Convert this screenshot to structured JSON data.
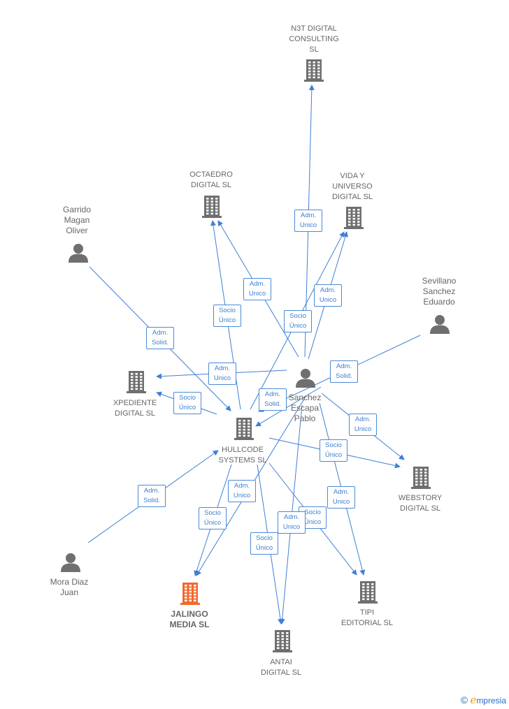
{
  "nodes": [
    {
      "id": "n3t",
      "type": "company",
      "label": "N3T DIGITAL\nCONSULTING\nSL"
    },
    {
      "id": "octaedro",
      "type": "company",
      "label": "OCTAEDRO\nDIGITAL SL"
    },
    {
      "id": "vida",
      "type": "company",
      "label": "VIDA Y\nUNIVERSO\nDIGITAL SL"
    },
    {
      "id": "garrido",
      "type": "person",
      "label": "Garrido\nMagan\nOliver"
    },
    {
      "id": "sevillano",
      "type": "person",
      "label": "Sevillano\nSanchez\nEduardo"
    },
    {
      "id": "xpediente",
      "type": "company",
      "label": "XPEDIENTE\nDIGITAL SL"
    },
    {
      "id": "sanchez",
      "type": "person",
      "label": "Sanchez\nEscapa\nPablo"
    },
    {
      "id": "hullcode",
      "type": "company",
      "label": "HULLCODE\nSYSTEMS SL"
    },
    {
      "id": "webstory",
      "type": "company",
      "label": "WEBSTORY\nDIGITAL SL"
    },
    {
      "id": "mora",
      "type": "person",
      "label": "Mora Diaz\nJuan"
    },
    {
      "id": "jalingo",
      "type": "company",
      "label": "JALINGO\nMEDIA SL",
      "highlight": true
    },
    {
      "id": "tipi",
      "type": "company",
      "label": "TIPI\nEDITORIAL SL"
    },
    {
      "id": "antai",
      "type": "company",
      "label": "ANTAI\nDIGITAL SL"
    }
  ],
  "edges": [
    {
      "from": "sanchez",
      "to": "n3t",
      "label": "Adm.\nUnico"
    },
    {
      "from": "sanchez",
      "to": "octaedro",
      "label": "Adm.\nUnico"
    },
    {
      "from": "hullcode",
      "to": "octaedro",
      "label": "Socio\nÚnico"
    },
    {
      "from": "sanchez",
      "to": "vida",
      "label": "Adm.\nUnico"
    },
    {
      "from": "hullcode",
      "to": "vida",
      "label": "Socio\nÚnico"
    },
    {
      "from": "garrido",
      "to": "hullcode",
      "label": "Adm.\nSolid."
    },
    {
      "from": "sanchez",
      "to": "xpediente",
      "label": "Adm.\nUnico"
    },
    {
      "from": "hullcode",
      "to": "xpediente",
      "label": "Socio\nÚnico"
    },
    {
      "from": "sevillano",
      "to": "hullcode",
      "label": "Adm.\nSolid."
    },
    {
      "from": "sanchez",
      "to": "hullcode",
      "label": "Adm.\nSolid."
    },
    {
      "from": "sanchez",
      "to": "webstory",
      "label": "Adm.\nUnico"
    },
    {
      "from": "hullcode",
      "to": "webstory",
      "label": "Socio\nÚnico"
    },
    {
      "from": "mora",
      "to": "hullcode",
      "label": "Adm.\nSolid."
    },
    {
      "from": "sanchez",
      "to": "jalingo",
      "label": "Adm.\nUnico"
    },
    {
      "from": "hullcode",
      "to": "jalingo",
      "label": "Socio\nÚnico"
    },
    {
      "from": "sanchez",
      "to": "tipi",
      "label": "Adm.\nUnico"
    },
    {
      "from": "hullcode",
      "to": "tipi",
      "label": "Socio\nÚnico"
    },
    {
      "from": "sanchez",
      "to": "antai",
      "label": "Adm.\nUnico"
    },
    {
      "from": "hullcode",
      "to": "antai",
      "label": "Socio\nÚnico"
    }
  ],
  "colors": {
    "edge": "#3f7fd6",
    "company": "#6f6f6f",
    "highlight": "#f26a2e",
    "person": "#6f6f6f"
  },
  "brand": {
    "copyright": "©",
    "initial": "e",
    "rest": "mpresia"
  }
}
